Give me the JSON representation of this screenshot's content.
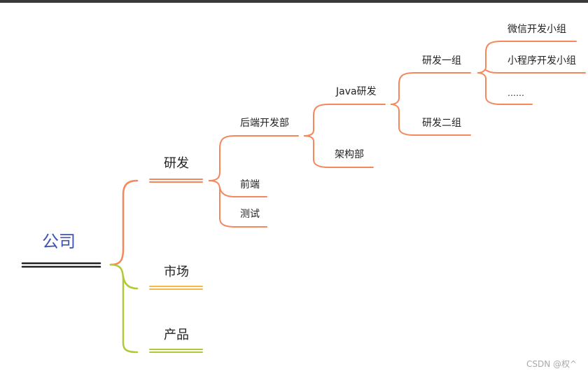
{
  "root": {
    "label": "公司",
    "color": "#3f51b5"
  },
  "branches": {
    "rnd": {
      "label": "研发",
      "color": "#f4875c"
    },
    "market": {
      "label": "市场",
      "color": "#f5b94a"
    },
    "product": {
      "label": "产品",
      "color": "#b3c838"
    }
  },
  "rnd_children": {
    "backend": "后端开发部",
    "frontend": "前端",
    "testing": "测试"
  },
  "backend_children": {
    "java": "Java研发",
    "architecture": "架构部"
  },
  "java_children": {
    "team1": "研发一组",
    "team2": "研发二组"
  },
  "team1_children": {
    "wechat": "微信开发小组",
    "miniprogram": "小程序开发小组",
    "more": "……"
  },
  "watermark": "CSDN @权^"
}
